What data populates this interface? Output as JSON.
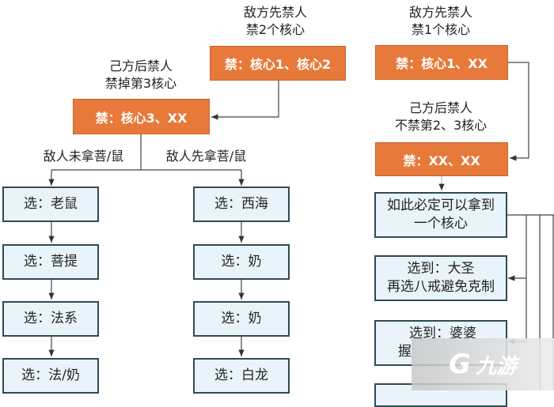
{
  "left_branch": {
    "enemy_ban_label": [
      "敌方先禁人",
      "禁2个核心"
    ],
    "enemy_ban_box": "禁：核心1、核心2",
    "our_ban_label": [
      "己方后禁人",
      "禁掉第3核心"
    ],
    "our_ban_box": "禁：核心3、XX",
    "condition_left": "敌人未拿菩/鼠",
    "condition_right": "敌人先拿菩/鼠",
    "column_left": [
      "选：老鼠",
      "选：菩提",
      "选：法系",
      "选：法/奶"
    ],
    "column_middle": [
      "选：西海",
      "选：奶",
      "选：奶",
      "选：白龙"
    ]
  },
  "right_branch": {
    "enemy_ban_label": [
      "敌方先禁人",
      "禁1个核心"
    ],
    "enemy_ban_box": "禁：核心1、XX",
    "our_ban_label": [
      "己方后禁人",
      "不禁第2、3核心"
    ],
    "our_ban_box": "禁：XX、XX",
    "boxes": [
      [
        "如此必定可以拿到",
        "一个核心"
      ],
      [
        "选到：大圣",
        "再选八戒避免克制"
      ],
      [
        "选到：婆婆",
        "握"
      ]
    ]
  },
  "watermark": {
    "text": "九游",
    "icon": "jiuyou-logo-icon"
  },
  "colors": {
    "orange": "#E7793A",
    "blue_fill": "#E8F4FA",
    "border": "#2f4a55"
  }
}
